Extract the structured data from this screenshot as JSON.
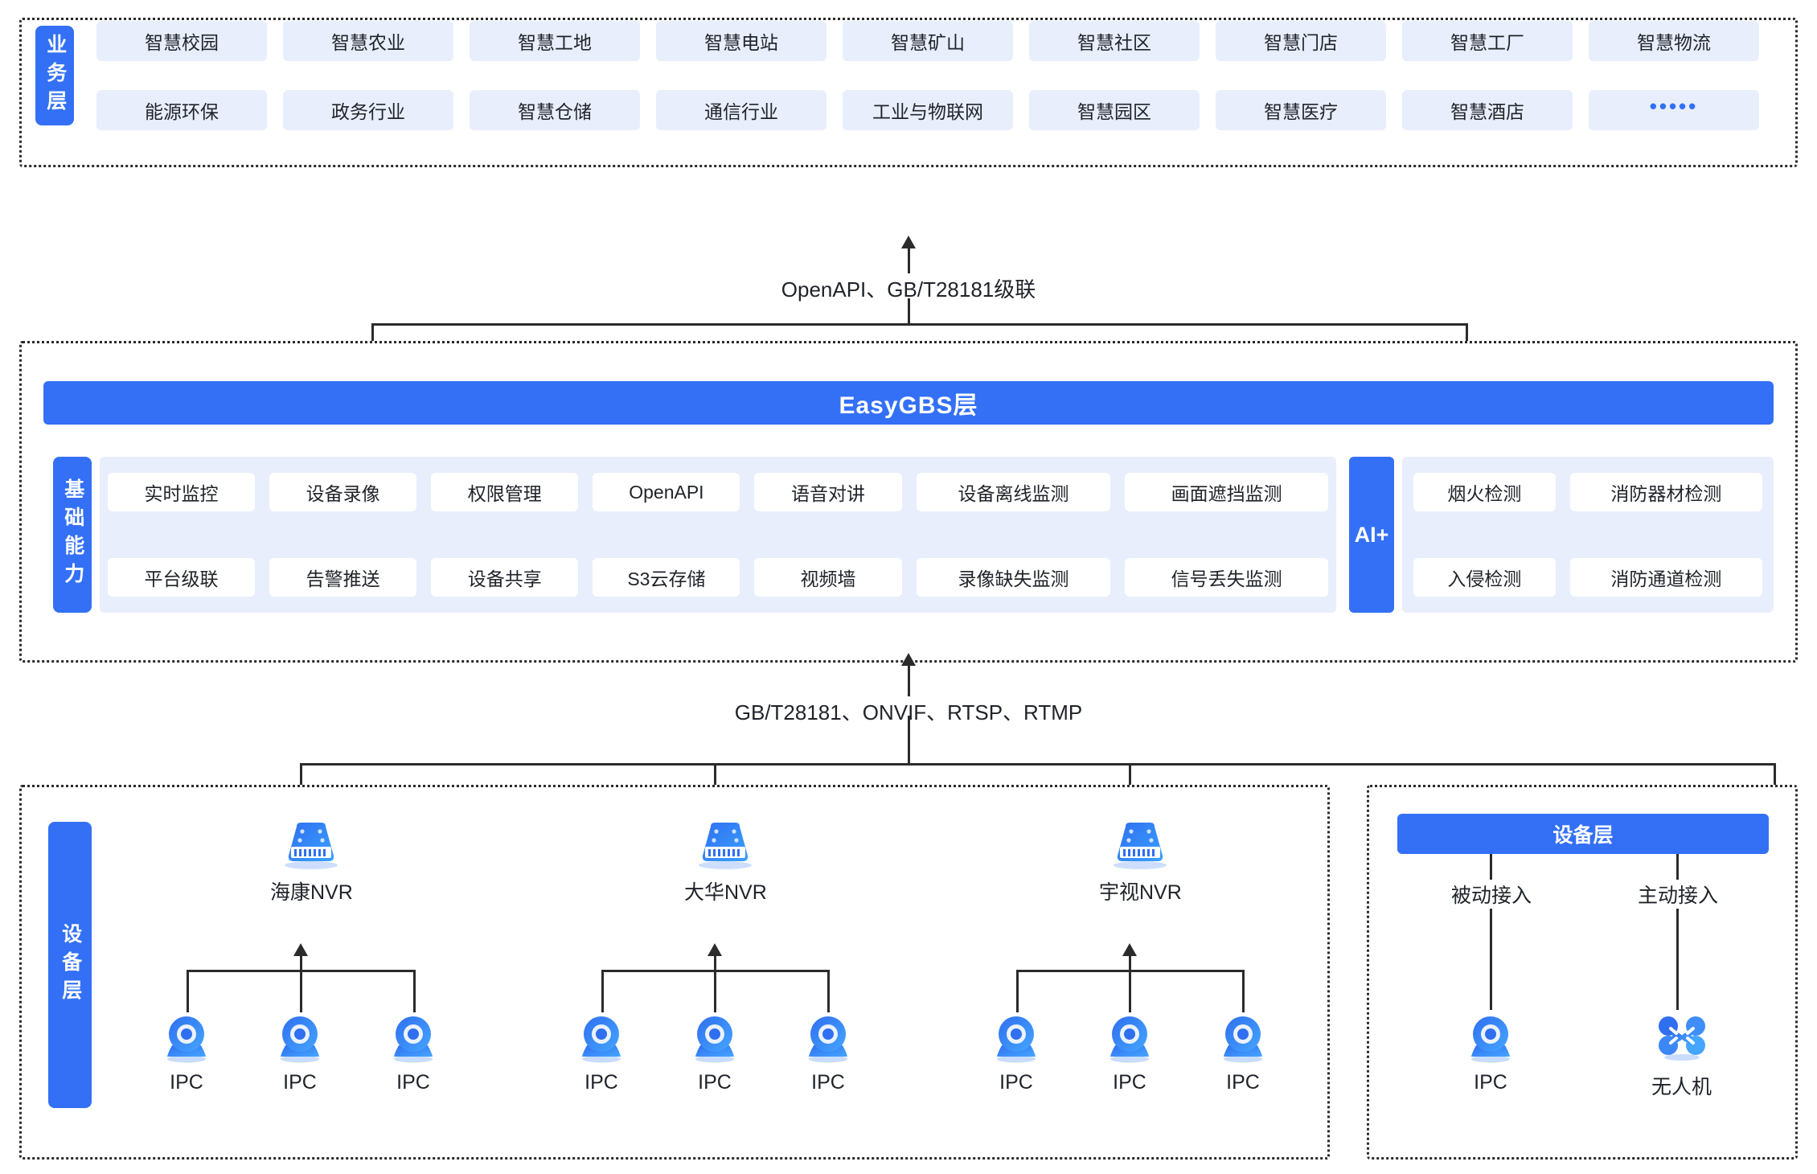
{
  "business_layer": {
    "label": "业务层",
    "items": [
      "智慧校园",
      "智慧农业",
      "智慧工地",
      "智慧电站",
      "智慧矿山",
      "智慧社区",
      "智慧门店",
      "智慧工厂",
      "智慧物流",
      "能源环保",
      "政务行业",
      "智慧仓储",
      "通信行业",
      "工业与物联网",
      "智慧园区",
      "智慧医疗",
      "智慧酒店",
      "•••••"
    ]
  },
  "connector_top": {
    "label": "OpenAPI、GB/T28181级联"
  },
  "gbs_layer": {
    "title": "EasyGBS层",
    "basic_label": "基础能力",
    "basic_items": [
      "实时监控",
      "设备录像",
      "权限管理",
      "OpenAPI",
      "语音对讲",
      "设备离线监测",
      "画面遮挡监测",
      "平台级联",
      "告警推送",
      "设备共享",
      "S3云存储",
      "视频墙",
      "录像缺失监测",
      "信号丢失监测"
    ],
    "ai_label": "AI+",
    "ai_items": [
      "烟火检测",
      "消防器材检测",
      "入侵检测",
      "消防通道检测"
    ]
  },
  "connector_bottom": {
    "label": "GB/T28181、ONVIF、RTSP、RTMP"
  },
  "device_layer": {
    "left_label": "设备层",
    "right_title": "设备层",
    "nvr_groups": [
      {
        "name": "海康NVR",
        "children": [
          "IPC",
          "IPC",
          "IPC"
        ]
      },
      {
        "name": "大华NVR",
        "children": [
          "IPC",
          "IPC",
          "IPC"
        ]
      },
      {
        "name": "宇视NVR",
        "children": [
          "IPC",
          "IPC",
          "IPC"
        ]
      }
    ],
    "right_nodes": [
      {
        "link": "被动接入",
        "name": "IPC",
        "icon": "ipc-camera-icon"
      },
      {
        "link": "主动接入",
        "name": "无人机",
        "icon": "drone-icon"
      }
    ]
  },
  "colors": {
    "brand_blue": "#3370f5",
    "chip_bg": "#e8eefc",
    "line": "#2b2b2b",
    "text": "#1f2329"
  }
}
